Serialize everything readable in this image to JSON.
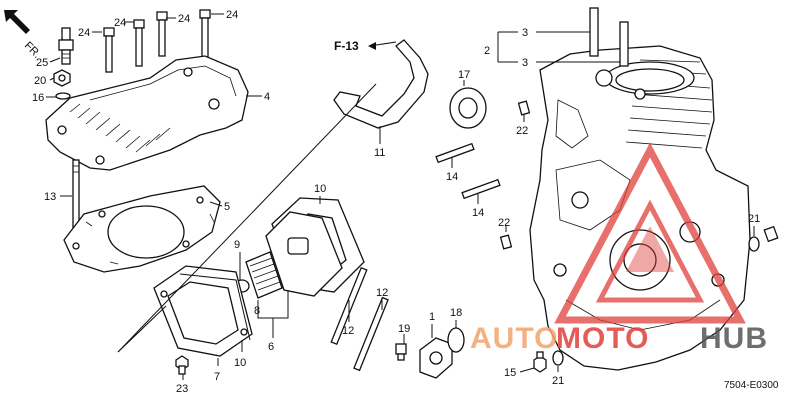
{
  "diagram": {
    "direction_mark": "FR.",
    "reference_label": "F-13",
    "drawing_code": "7504-E0300",
    "callouts": [
      {
        "id": "c24a",
        "text": "24"
      },
      {
        "id": "c24b",
        "text": "24"
      },
      {
        "id": "c24c",
        "text": "24"
      },
      {
        "id": "c24d",
        "text": "24"
      },
      {
        "id": "c25",
        "text": "25"
      },
      {
        "id": "c20",
        "text": "20"
      },
      {
        "id": "c16",
        "text": "16"
      },
      {
        "id": "c4",
        "text": "4"
      },
      {
        "id": "c13",
        "text": "13"
      },
      {
        "id": "c5",
        "text": "5"
      },
      {
        "id": "c11",
        "text": "11"
      },
      {
        "id": "c17",
        "text": "17"
      },
      {
        "id": "c22a",
        "text": "22"
      },
      {
        "id": "c14a",
        "text": "14"
      },
      {
        "id": "c14b",
        "text": "14"
      },
      {
        "id": "c22b",
        "text": "22"
      },
      {
        "id": "c2",
        "text": "2"
      },
      {
        "id": "c3a",
        "text": "3"
      },
      {
        "id": "c3b",
        "text": "3"
      },
      {
        "id": "c10a",
        "text": "10"
      },
      {
        "id": "c9",
        "text": "9"
      },
      {
        "id": "c8",
        "text": "8"
      },
      {
        "id": "c6",
        "text": "6"
      },
      {
        "id": "c7",
        "text": "7"
      },
      {
        "id": "c10b",
        "text": "10"
      },
      {
        "id": "c23",
        "text": "23"
      },
      {
        "id": "c12a",
        "text": "12"
      },
      {
        "id": "c12b",
        "text": "12"
      },
      {
        "id": "c19",
        "text": "19"
      },
      {
        "id": "c1",
        "text": "1"
      },
      {
        "id": "c18",
        "text": "18"
      },
      {
        "id": "c15",
        "text": "15"
      },
      {
        "id": "c21a",
        "text": "21"
      },
      {
        "id": "c21b",
        "text": "21"
      }
    ]
  },
  "watermark": {
    "text": "AUTOMOTOHUB",
    "part_1": "AUTO",
    "part_2": "MOTO",
    "part_3": "HUB",
    "color_primary": "#e0403c",
    "color_secondary": "#f2a46a",
    "color_dark": "#555555"
  }
}
